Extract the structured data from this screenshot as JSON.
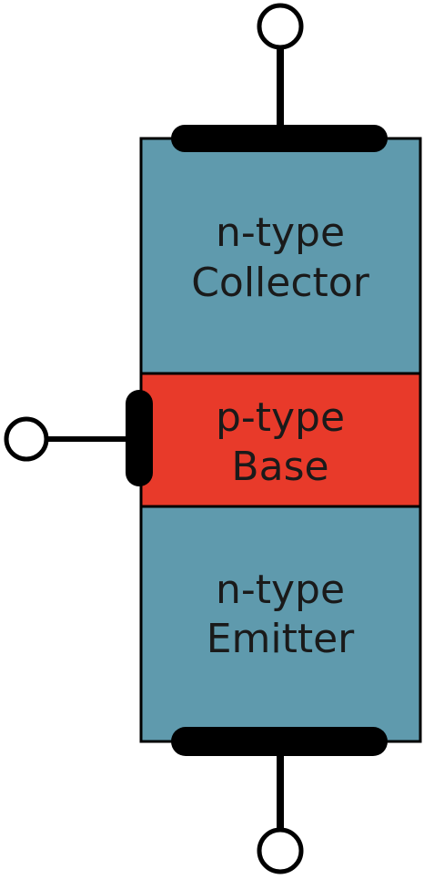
{
  "regions": {
    "collector": {
      "line1": "n-type",
      "line2": "Collector",
      "color": "#5f9aad"
    },
    "base": {
      "line1": "p-type",
      "line2": "Base",
      "color": "#e83a2a"
    },
    "emitter": {
      "line1": "n-type",
      "line2": "Emitter",
      "color": "#5f9aad"
    }
  },
  "colors": {
    "outline": "#000000",
    "contact": "#000000",
    "terminal_fill": "#ffffff",
    "text": "#1a1a1a"
  }
}
